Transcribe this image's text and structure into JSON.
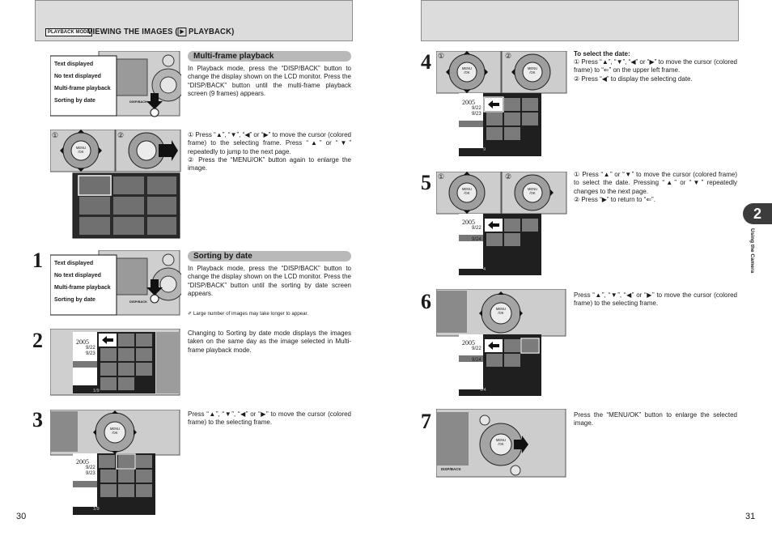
{
  "left_page": {
    "mode_tag": "PLAYBACK MODE",
    "title_pre": "VIEWING THE IMAGES (",
    "play_symbol": "▶",
    "title_post": " PLAYBACK)",
    "page_number": "30",
    "multi_frame": {
      "heading": "Multi-frame playback",
      "text": "In Playback mode, press the “DISP/BACK” button to change the display shown on the LCD monitor. Press the “DISP/BACK” button until the multi-frame playback screen (9 frames) appears.",
      "instruction_1": "① Press “▲”, “▼”, “◀” or “▶” to move the cursor (colored frame) to the selecting frame. Press “▲” or “▼” repeatedly to jump to the next page.",
      "instruction_2": "② Press the “MENU/OK” button again to enlarge the image."
    },
    "display_cycle": {
      "items": [
        "Text displayed",
        "No text displayed",
        "Multi-frame playback",
        "Sorting by date"
      ],
      "button_label": "DISP/BACK"
    },
    "sorting": {
      "heading": "Sorting by date",
      "text": "In Playback mode, press the “DISP/BACK” button to change the display shown on the LCD monitor. Press the “DISP/BACK” button until the sorting by date screen appears.",
      "note": "Large number of images may take longer to appear."
    },
    "step_1": {
      "number": "1"
    },
    "step_2": {
      "number": "2",
      "text": "Changing to Sorting by date mode displays the images taken on the same day as the image selected in Multi-frame playback mode."
    },
    "step_3": {
      "number": "3",
      "text": "Press “▲”, “▼”, “◀” or “▶” to move the cursor (colored frame) to the selecting frame."
    }
  },
  "right_page": {
    "page_number": "31",
    "chapter": "2",
    "chapter_label": "Using the Camera",
    "step_4": {
      "number": "4",
      "heading": "To select the date:",
      "instruction_1": "① Press “▲”, “▼”, “◀” or “▶” to move the cursor (colored frame) to “⇐” on the upper left frame.",
      "instruction_2": "② Press “◀” to display the selecting date."
    },
    "step_5": {
      "number": "5",
      "instruction_1": "① Press “▲” or “▼” to move the cursor (colored frame) to select the date. Pressing “▲” or “▼” repeatedly changes to the next page.",
      "instruction_2": "② Press “▶” to return to “⇐”."
    },
    "step_6": {
      "number": "6",
      "text": "Press “▲”, “▼”, “◀” or “▶” to move the cursor (colored frame) to the selecting frame."
    },
    "step_7": {
      "number": "7",
      "text": "Press the “MENU/OK” button to enlarge the selected image."
    }
  },
  "screens": {
    "year": "2005",
    "dates": [
      "9/22",
      "9/23",
      "9/24"
    ],
    "counter_a": "1/9",
    "counter_b": "9",
    "counter_c": "4",
    "counter_d": "1/4",
    "menu_label_top": "MENU",
    "menu_label_bottom": "/OK",
    "circle_1": "①",
    "circle_2": "②",
    "disp_back": "DISP/BACK"
  }
}
